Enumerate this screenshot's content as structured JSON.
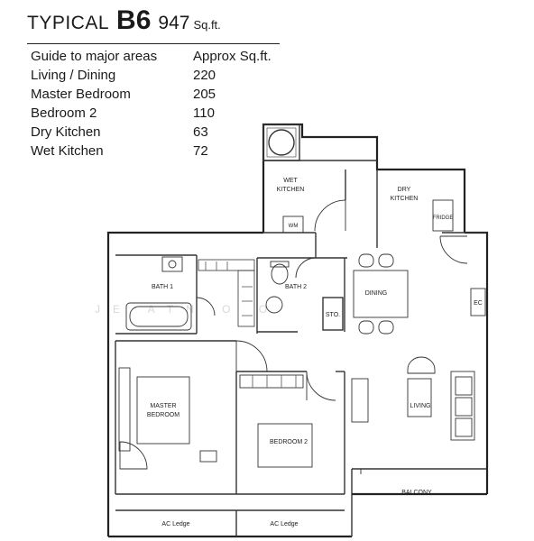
{
  "header": {
    "typical": "TYPICAL",
    "unit_code": "B6",
    "area": "947",
    "area_unit": "Sq.ft."
  },
  "areas_table": {
    "headers": [
      "Guide to major areas",
      "Approx Sq.ft."
    ],
    "rows": [
      {
        "name": "Living / Dining",
        "value": "220"
      },
      {
        "name": "Master Bedroom",
        "value": "205"
      },
      {
        "name": "Bedroom 2",
        "value": "110"
      },
      {
        "name": "Dry Kitchen",
        "value": "63"
      },
      {
        "name": "Wet Kitchen",
        "value": "72"
      }
    ]
  },
  "rooms": {
    "wet_kitchen_1": "WET",
    "wet_kitchen_2": "KITCHEN",
    "dry_kitchen_1": "DRY",
    "dry_kitchen_2": "KITCHEN",
    "fridge": "FRIDGE",
    "wm": "WM",
    "bath1": "BATH 1",
    "bath2": "BATH 2",
    "dining": "DINING",
    "sto": "STO.",
    "ec": "EC",
    "master_1": "MASTER",
    "master_2": "BEDROOM",
    "living": "LIVING",
    "bedroom2": "BEDROOM 2",
    "balcony": "BALCONY",
    "ac_ledge_1": "AC Ledge",
    "ac_ledge_2": "AC Ledge"
  },
  "watermark": "JE ATN O O"
}
